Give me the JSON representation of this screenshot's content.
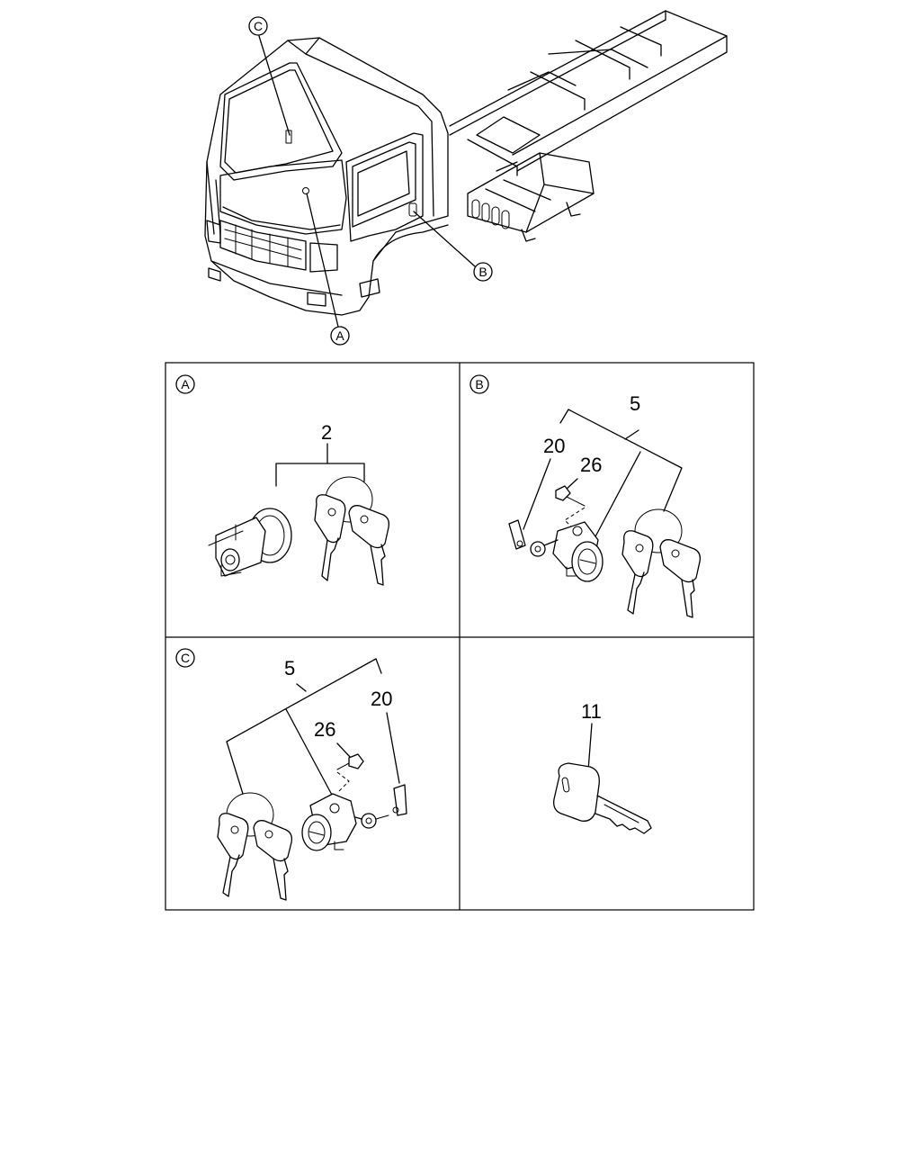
{
  "truck": {
    "callout_a": "A",
    "callout_b": "B",
    "callout_c": "C"
  },
  "panels": [
    {
      "letter": "A",
      "labels": [
        "2"
      ]
    },
    {
      "letter": "B",
      "labels": [
        "5",
        "20",
        "26"
      ]
    },
    {
      "letter": "C",
      "labels": [
        "5",
        "26",
        "20"
      ]
    },
    {
      "letter": "",
      "labels": [
        "11"
      ]
    }
  ]
}
